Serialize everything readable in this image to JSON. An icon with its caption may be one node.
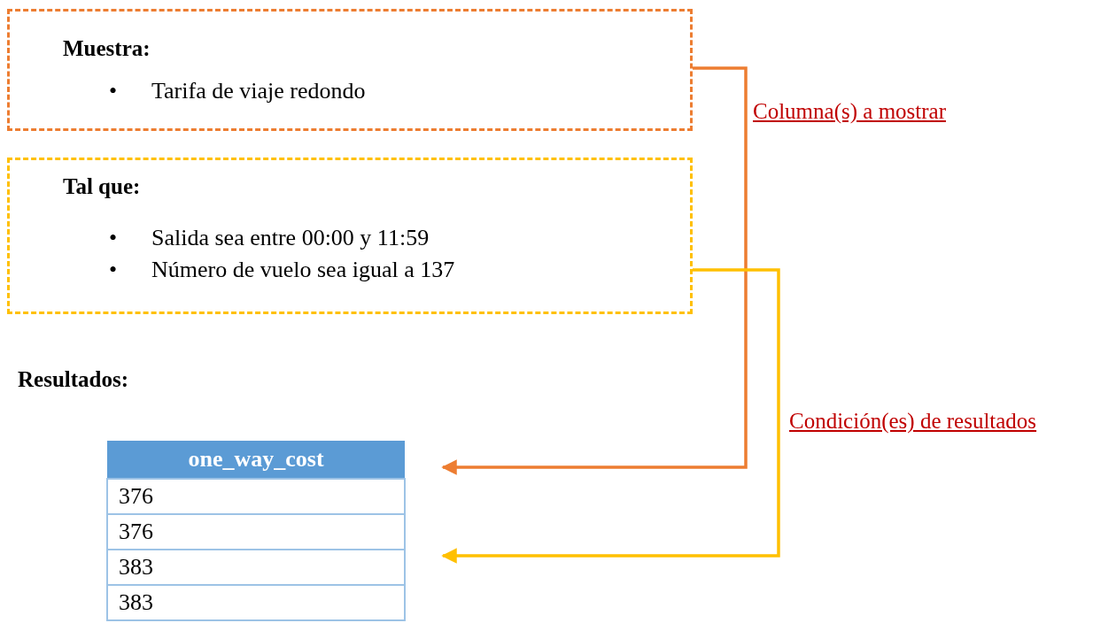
{
  "diagram": {
    "nodes": [
      {
        "text": [
          "Muestra:",
          "• Tarifa de viaje redondo"
        ]
      },
      {
        "text": [
          "Tal que:",
          "• Salida sea entre 00:00 y 11:59",
          "• Número de vuelo sea igual a 137"
        ]
      },
      {
        "text": [
          "Resultados:",
          "one_way_cost",
          "376",
          "376",
          "383",
          "383"
        ]
      }
    ],
    "edges": [
      {
        "from": 0,
        "to": 2,
        "arrow": "to",
        "label": "Columna(s) a mostrar",
        "color": "#ed7d31"
      },
      {
        "from": 1,
        "to": 2,
        "arrow": "to",
        "label": "Condición(es) de resultados",
        "color": "#ffc000"
      }
    ]
  }
}
